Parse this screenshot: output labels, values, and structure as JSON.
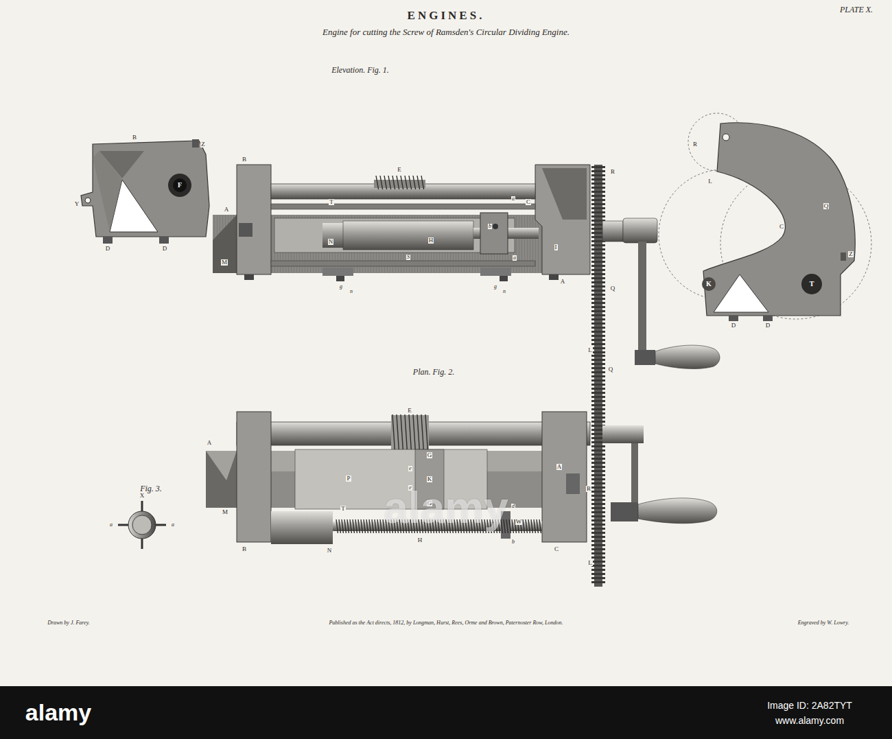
{
  "diagram": {
    "title": "ENGINES.",
    "caption": "Engine for cutting the Screw of Ramsden's Circular Dividing Engine.",
    "labels": [
      "PLATE X.",
      "Elevation. Fig. 1.",
      "B",
      "Z",
      "F",
      "Y",
      "D",
      "D",
      "B",
      "E",
      "A",
      "M",
      "T",
      "N",
      "H",
      "S",
      "a",
      "b",
      "a",
      "g",
      "n",
      "g",
      "n",
      "A",
      "C",
      "I",
      "R",
      "Q",
      "L",
      "R",
      "Q",
      "L",
      "C",
      "Z",
      "T",
      "K",
      "D",
      "D",
      "Plan. Fig. 2.",
      "Q",
      "E",
      "A",
      "A",
      "G",
      "e",
      "K",
      "e",
      "G",
      "P",
      "M",
      "B",
      "T",
      "N",
      "H",
      "d",
      "W",
      "b",
      "C",
      "R",
      "L",
      "Fig. 3.",
      "X",
      "a",
      "a",
      "Drawn by J. Farey.",
      "Published as the Act directs, 1812, by Longman, Hurst, Rees, Orme and Brown, Paternoster Row, London.",
      "Engraved by W. Lowry.",
      "alamy",
      "alamy",
      "Image ID: 2A82TYT",
      "www.alamy.com"
    ]
  }
}
